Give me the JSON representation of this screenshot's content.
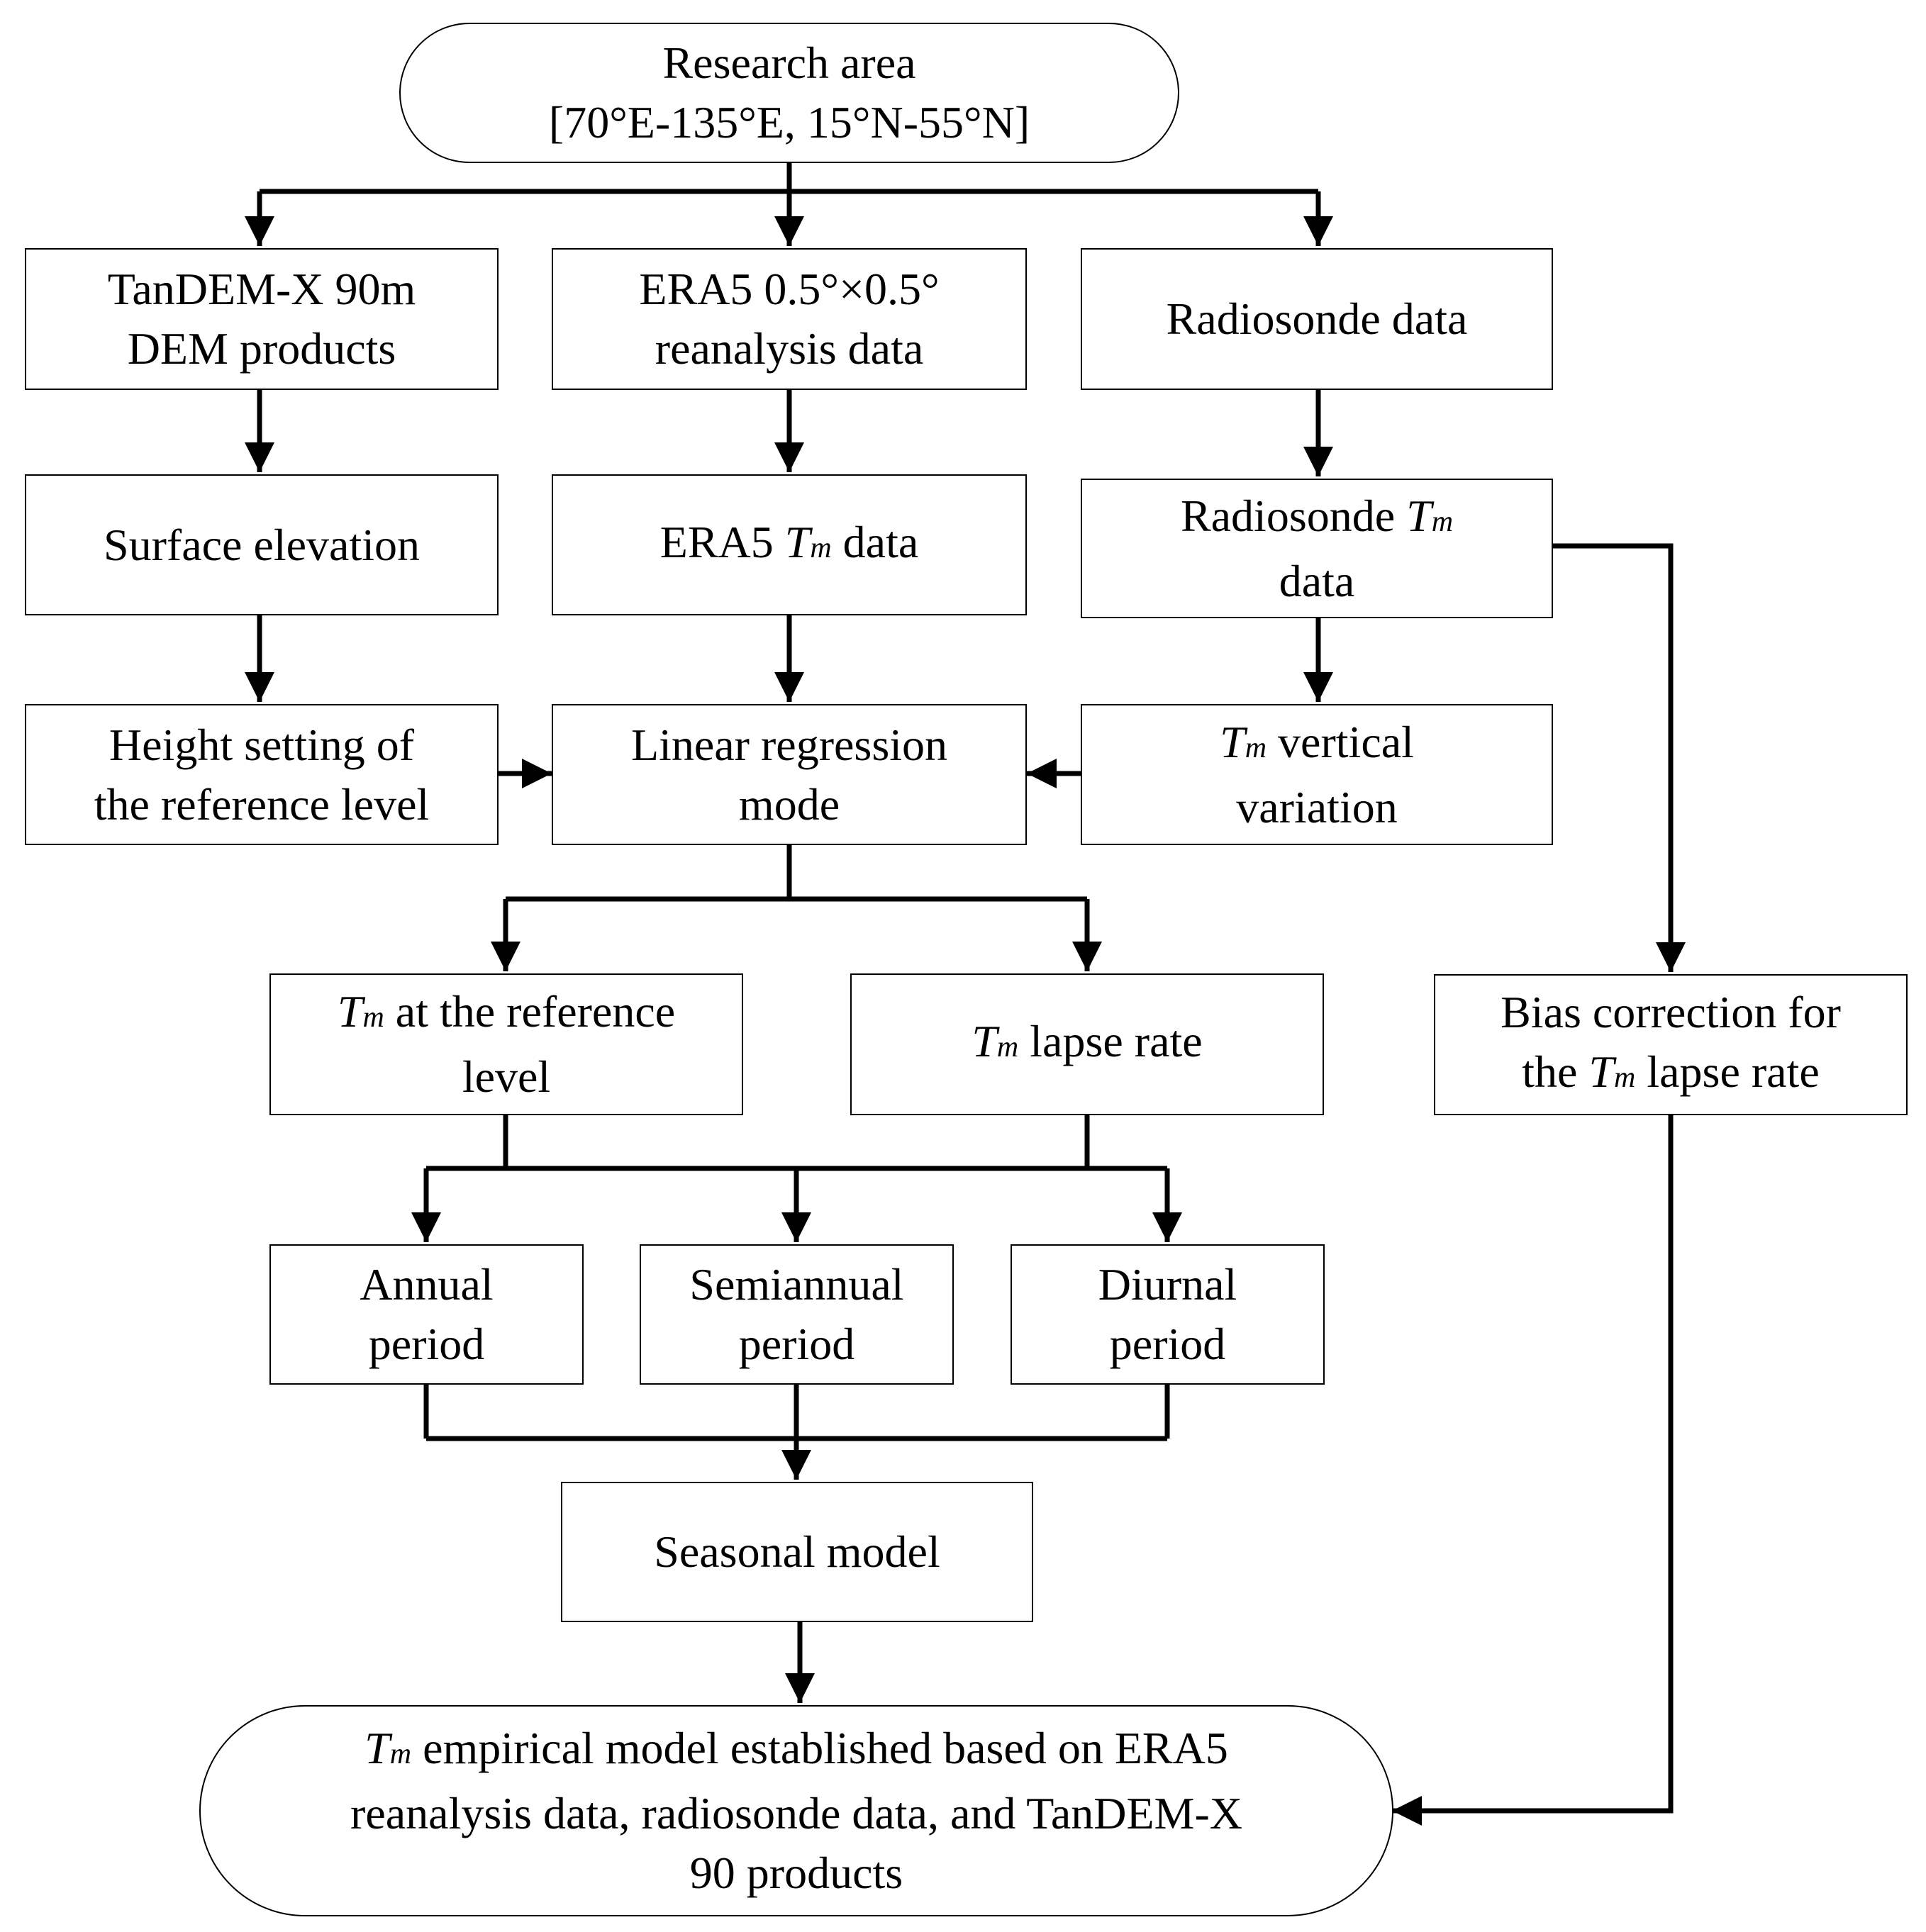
{
  "nodes": {
    "research_area": [
      "Research area",
      "[70°E-135°E, 15°N-55°N]"
    ],
    "tandem": [
      "TanDEM-X 90m",
      "DEM products"
    ],
    "era5_data": [
      "ERA5 0.5°×0.5°",
      "reanalysis data"
    ],
    "radiosonde_data": [
      "Radiosonde data"
    ],
    "surface_elevation": [
      "Surface elevation"
    ],
    "era5_tm": {
      "before": "ERA5 ",
      "symbol": "T",
      "subscript": "m",
      "after": " data"
    },
    "radiosonde_tm": {
      "line1_before": "Radiosonde ",
      "symbol": "T",
      "subscript": "m",
      "line2": "data"
    },
    "height_setting": [
      "Height setting of",
      "the reference level"
    ],
    "linear_regression": [
      "Linear regression",
      "mode"
    ],
    "tm_vertical": {
      "symbol": "T",
      "subscript": "m",
      "line1_after": " vertical",
      "line2": "variation"
    },
    "tm_reference": {
      "symbol": "T",
      "subscript": "m",
      "line1_after": " at the reference",
      "line2": "level"
    },
    "tm_lapse": {
      "symbol": "T",
      "subscript": "m",
      "after": " lapse rate"
    },
    "bias_correction": {
      "line1": "Bias correction for",
      "line2_before": "the ",
      "symbol": "T",
      "subscript": "m",
      "line2_after": " lapse rate"
    },
    "annual": [
      "Annual",
      "period"
    ],
    "semiannual": [
      "Semiannual",
      "period"
    ],
    "diurnal": [
      "Diurnal",
      "period"
    ],
    "seasonal": [
      "Seasonal model"
    ],
    "final": {
      "symbol": "T",
      "subscript": "m",
      "line1_after": " empirical model established based on ERA5",
      "line2": "reanalysis data, radiosonde data, and TanDEM-X",
      "line3": "90 products"
    }
  },
  "colors": {
    "stroke": "#000000",
    "background": "#ffffff"
  }
}
